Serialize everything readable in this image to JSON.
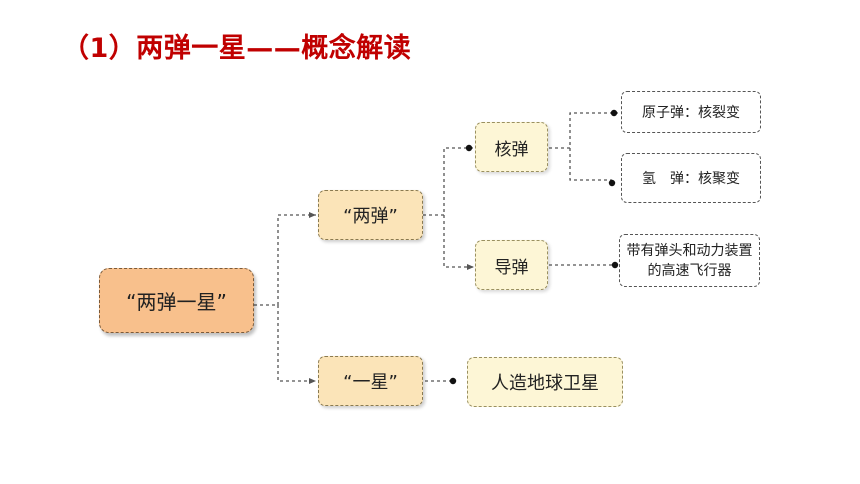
{
  "title": "（1）两弹一星——概念解读",
  "nodes": {
    "root": "“两弹一星”",
    "two_bombs": "“两弹”",
    "one_star": "“一星”",
    "nuclear": "核弹",
    "missile": "导弹",
    "atomic": "原子弹：核裂变",
    "hydrogen": "氢　弹：核聚变",
    "missile_desc": "带有弹头和动力装置的高速飞行器",
    "satellite": "人造地球卫星"
  }
}
